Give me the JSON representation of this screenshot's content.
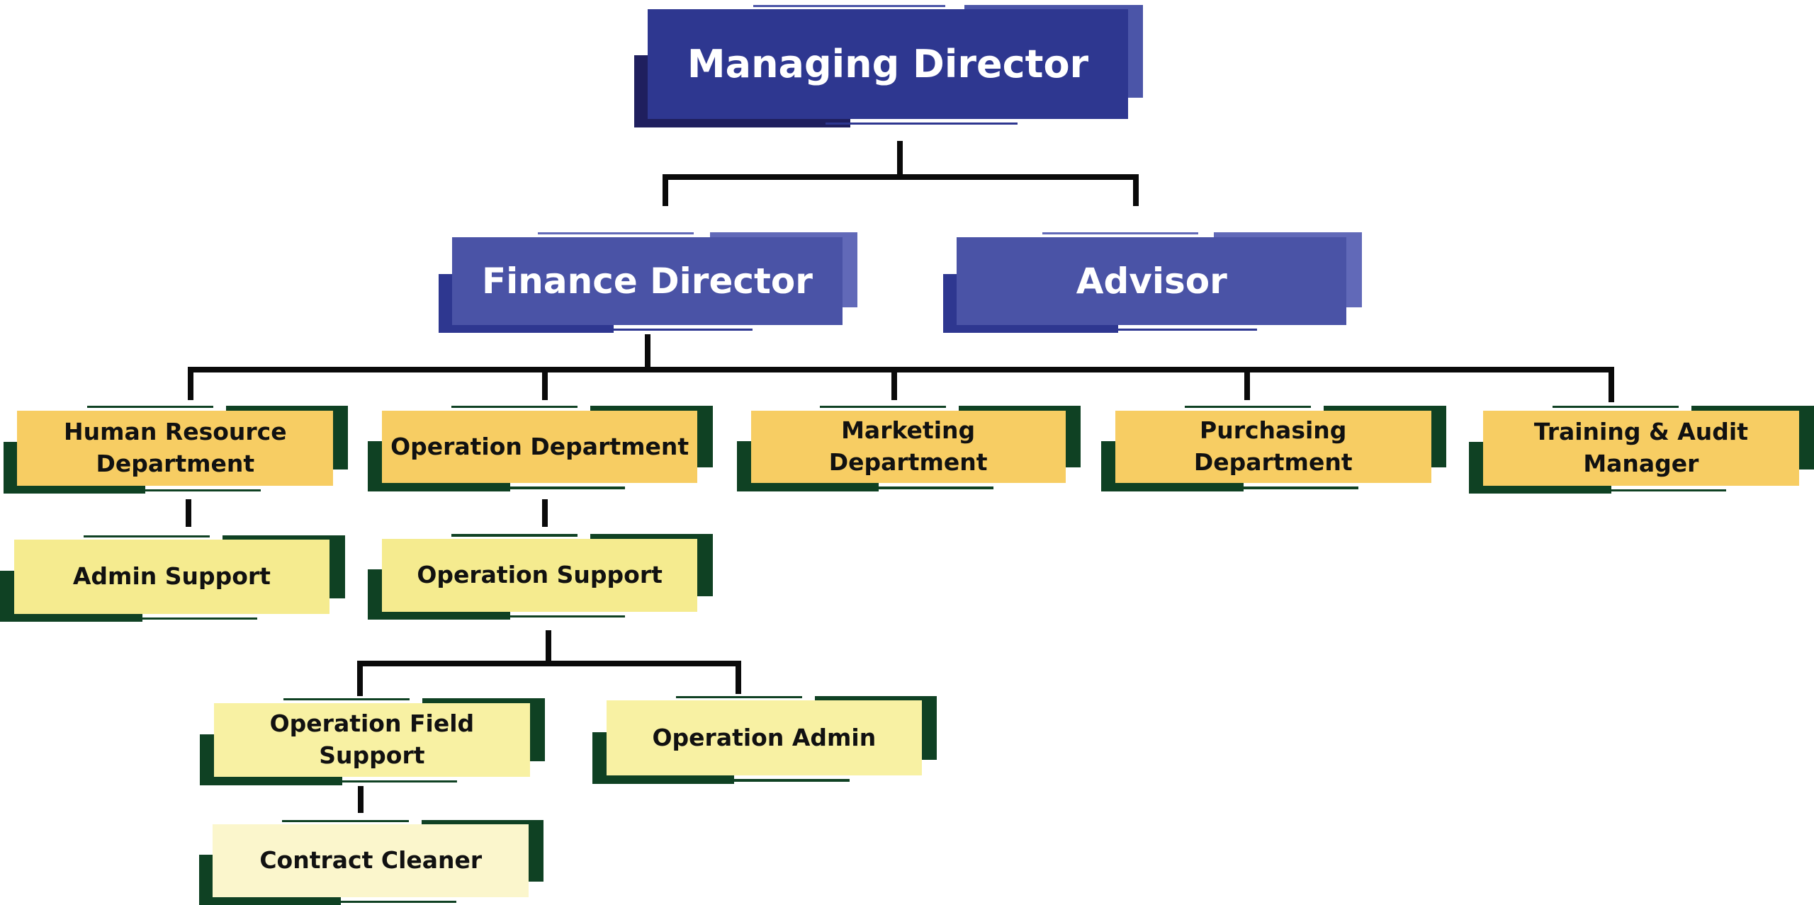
{
  "nodes": {
    "managing_director": "Managing Director",
    "finance_director": "Finance Director",
    "advisor": "Advisor",
    "hr_department": "Human Resource Department",
    "operation_department": "Operation Department",
    "marketing_department": "Marketing Department",
    "purchasing_department": "Purchasing Department",
    "training_audit_manager": "Training & Audit Manager",
    "admin_support": "Admin Support",
    "operation_support": "Operation Support",
    "operation_field_support": "Operation Field Support",
    "operation_admin": "Operation Admin",
    "contract_cleaner": "Contract Cleaner"
  },
  "colors": {
    "md_main": "#2e3790",
    "md_back": "#1f1f5e",
    "md_accent": "#4b55a8",
    "l2_main": "#4a53a6",
    "l2_back": "#2e3790",
    "l2_accent": "#6169b8",
    "dept": "#f7cd63",
    "support": "#f5eb8f",
    "field": "#f8f1a3",
    "cleaner": "#fbf6cc",
    "green": "#0f4123",
    "connector": "#0a0a0a"
  }
}
